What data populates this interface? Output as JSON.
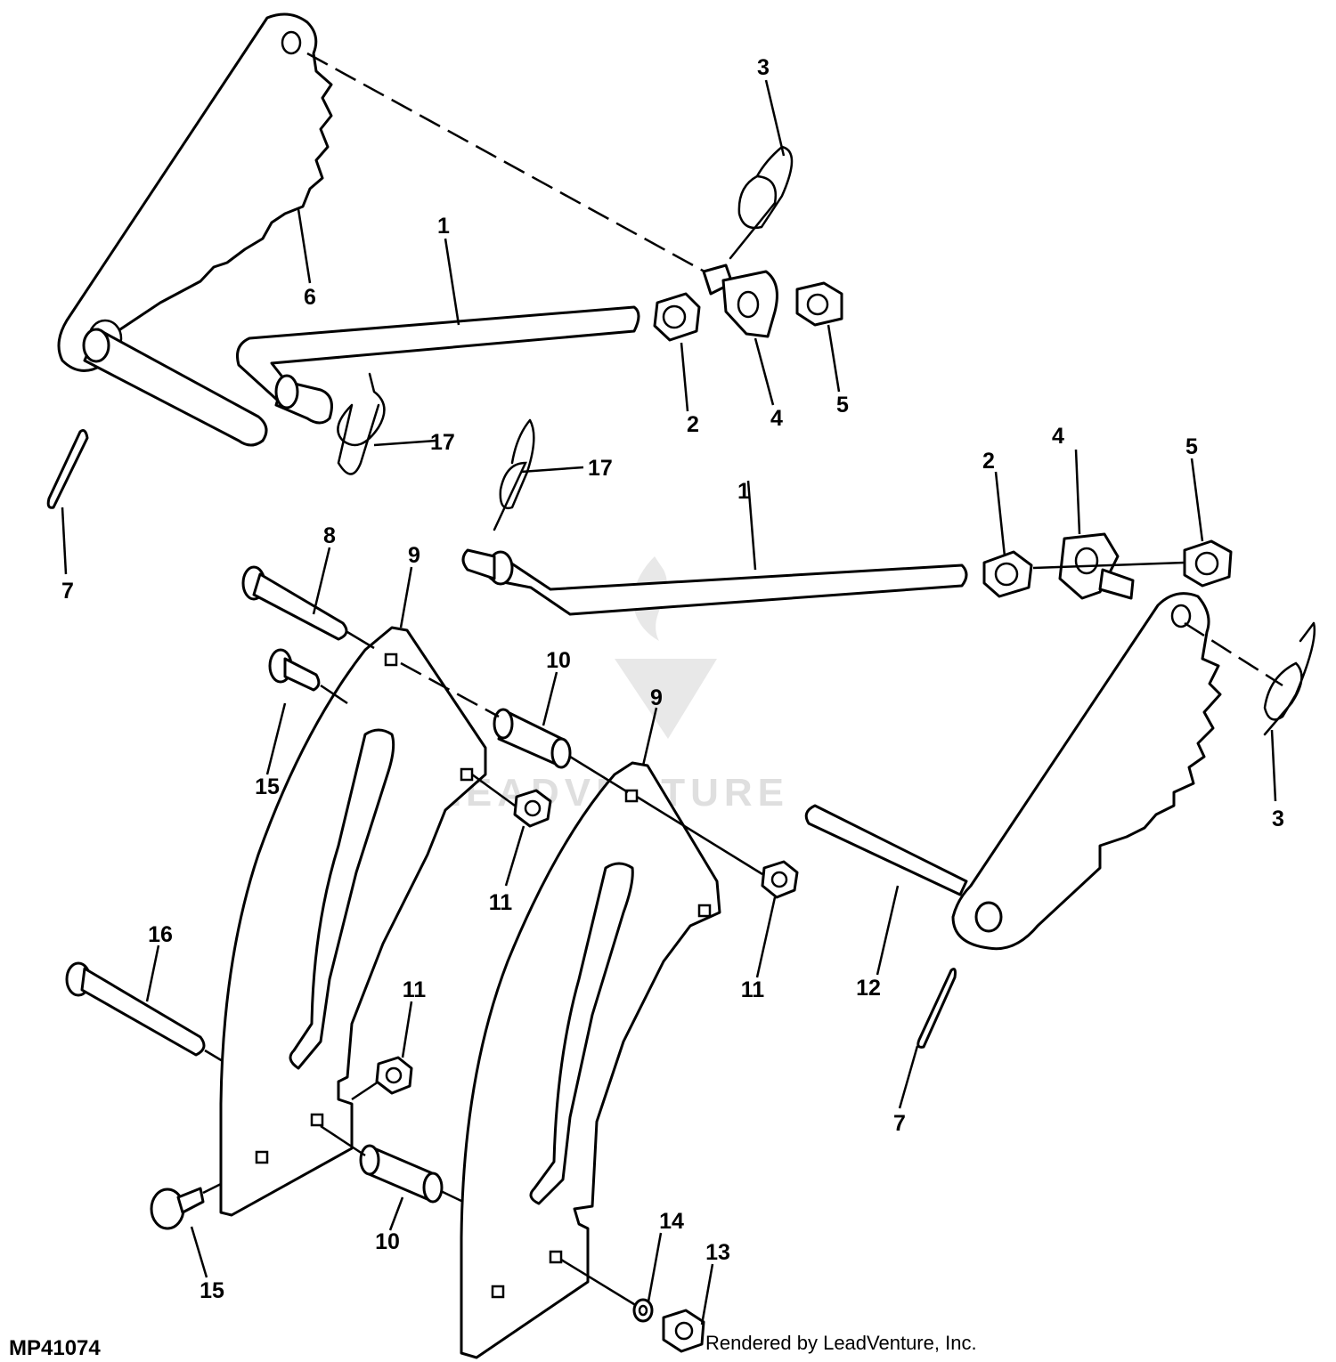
{
  "figure": {
    "id": "MP41074",
    "credit": "Rendered by LeadVenture, Inc.",
    "watermark": "LEADVENTURE"
  },
  "callouts": [
    {
      "label": "1"
    },
    {
      "label": "1"
    },
    {
      "label": "2"
    },
    {
      "label": "2"
    },
    {
      "label": "3"
    },
    {
      "label": "3"
    },
    {
      "label": "4"
    },
    {
      "label": "4"
    },
    {
      "label": "5"
    },
    {
      "label": "5"
    },
    {
      "label": "6"
    },
    {
      "label": "7"
    },
    {
      "label": "7"
    },
    {
      "label": "8"
    },
    {
      "label": "9"
    },
    {
      "label": "9"
    },
    {
      "label": "10"
    },
    {
      "label": "10"
    },
    {
      "label": "11"
    },
    {
      "label": "11"
    },
    {
      "label": "11"
    },
    {
      "label": "12"
    },
    {
      "label": "13"
    },
    {
      "label": "14"
    },
    {
      "label": "15"
    },
    {
      "label": "15"
    },
    {
      "label": "16"
    },
    {
      "label": "17"
    },
    {
      "label": "17"
    }
  ]
}
